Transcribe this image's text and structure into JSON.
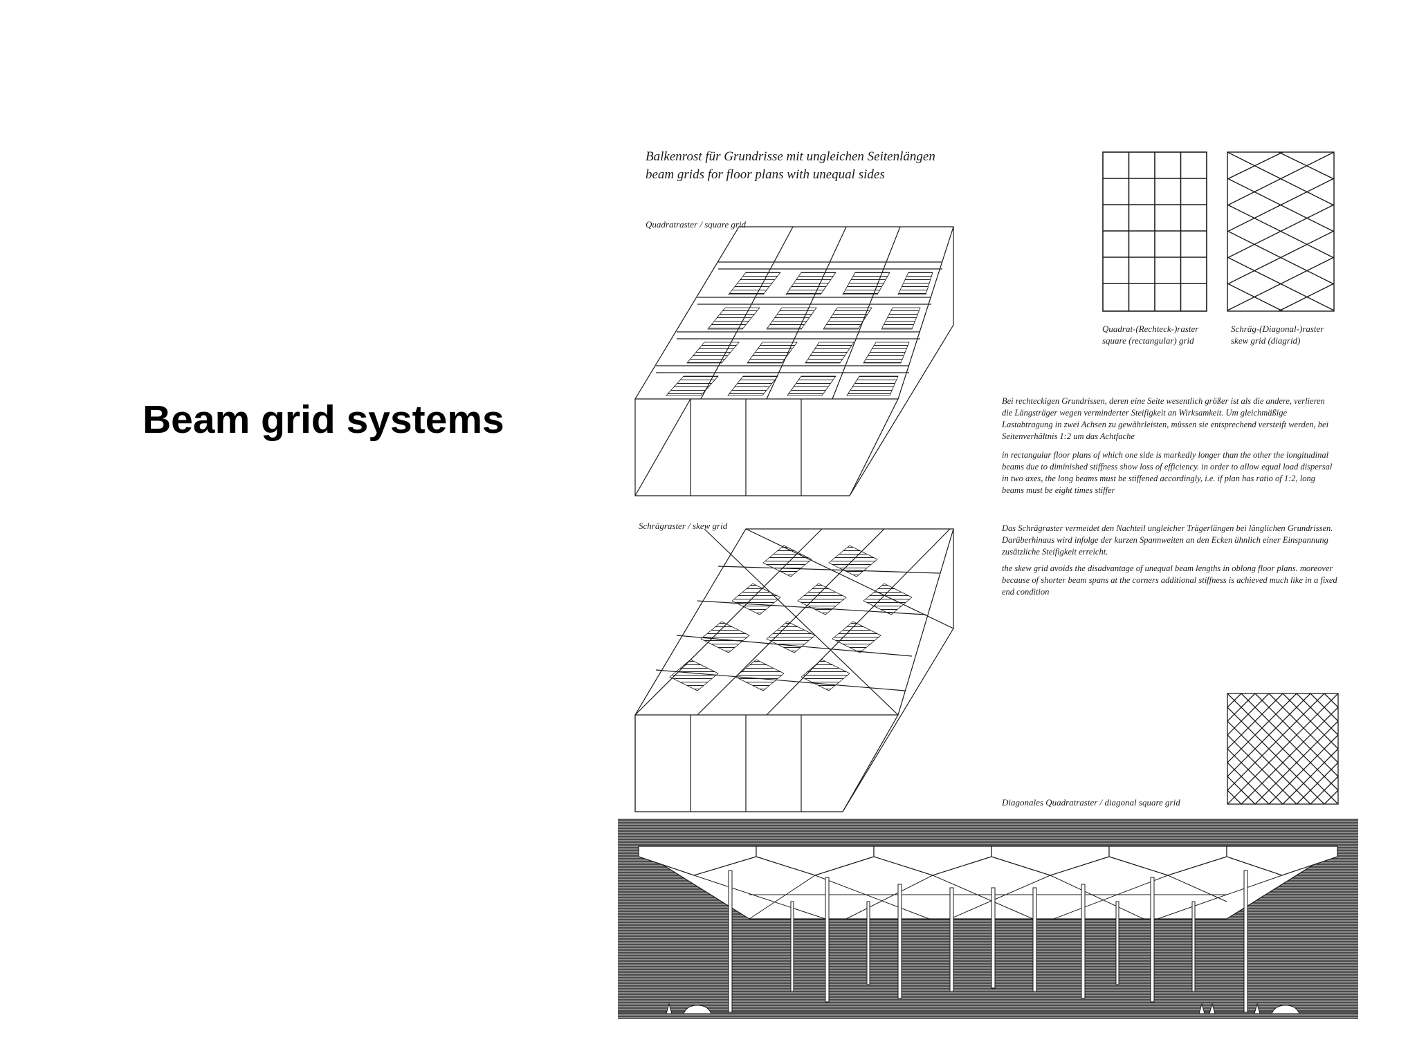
{
  "slide": {
    "title": "Beam grid systems"
  },
  "plate": {
    "heading": {
      "line1": "Balkenrost für Grundrisse mit ungleichen Seitenlängen",
      "line2": "beam grids for floor plans with unequal sides"
    },
    "square_grid_label": "Quadratraster / square grid",
    "skew_grid_label": "Schrägraster / skew grid",
    "rect_grid_caption": {
      "line1": "Quadrat-(Rechteck-)raster",
      "line2": "square (rectangular) grid"
    },
    "diagrid_caption": {
      "line1": "Schräg-(Diagonal-)raster",
      "line2": "skew grid (diagrid)"
    },
    "text_rect_de": "Bei rechteckigen Grundrissen, deren eine Seite wesentlich größer ist als die andere, verlieren die Längsträger wegen verminderter Steifigkeit an Wirksamkeit. Um gleichmäßige Lastabtragung in zwei Achsen zu gewährleisten, müssen sie entsprechend versteift werden, bei Seitenverhältnis 1:2 um das Achtfache",
    "text_rect_en": "in rectangular floor plans of which one side is markedly longer than the other the longitudinal beams due to diminished stiffness show loss of efficiency. in order to allow equal load dispersal in two axes, the long beams must be stiffened accordingly, i.e. if plan has ratio of 1:2, long beams must be eight times stiffer",
    "text_skew_de": "Das Schrägraster vermeidet den Nachteil ungleicher Trägerlängen bei länglichen Grundrissen. Darüberhinaus wird infolge der kurzen Spannweiten an den Ecken ähnlich einer Einspannung zusätzliche Steifigkeit erreicht.",
    "text_skew_en": "the skew grid avoids the disadvantage of unequal beam lengths in oblong floor plans. moreover because of shorter beam spans at the corners additional stiffness is achieved much like in a fixed end condition",
    "diagonal_grid_caption": "Diagonales Quadratraster / diagonal square grid"
  },
  "colors": {
    "ink": "#1a1a1a",
    "hatch_bg": "#8a8a8a",
    "paper": "#ffffff"
  }
}
